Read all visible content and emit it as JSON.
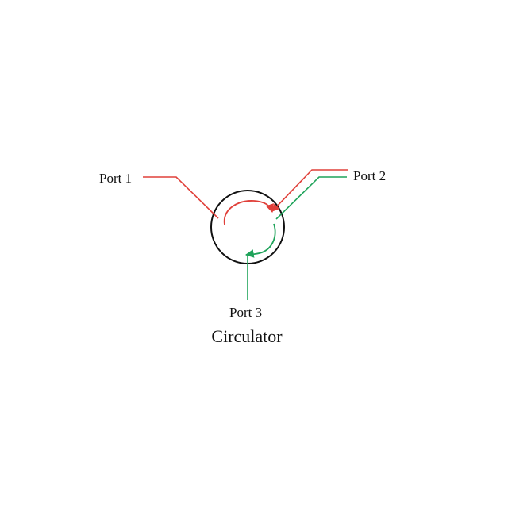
{
  "diagram": {
    "ports": {
      "port1": "Port 1",
      "port2": "Port 2",
      "port3": "Port 3"
    },
    "caption": "Circulator"
  },
  "colors": {
    "background": "#ffffff",
    "outline": "#111111",
    "path_1_to_2": "#e0403a",
    "path_2_to_3": "#1fa35a"
  }
}
